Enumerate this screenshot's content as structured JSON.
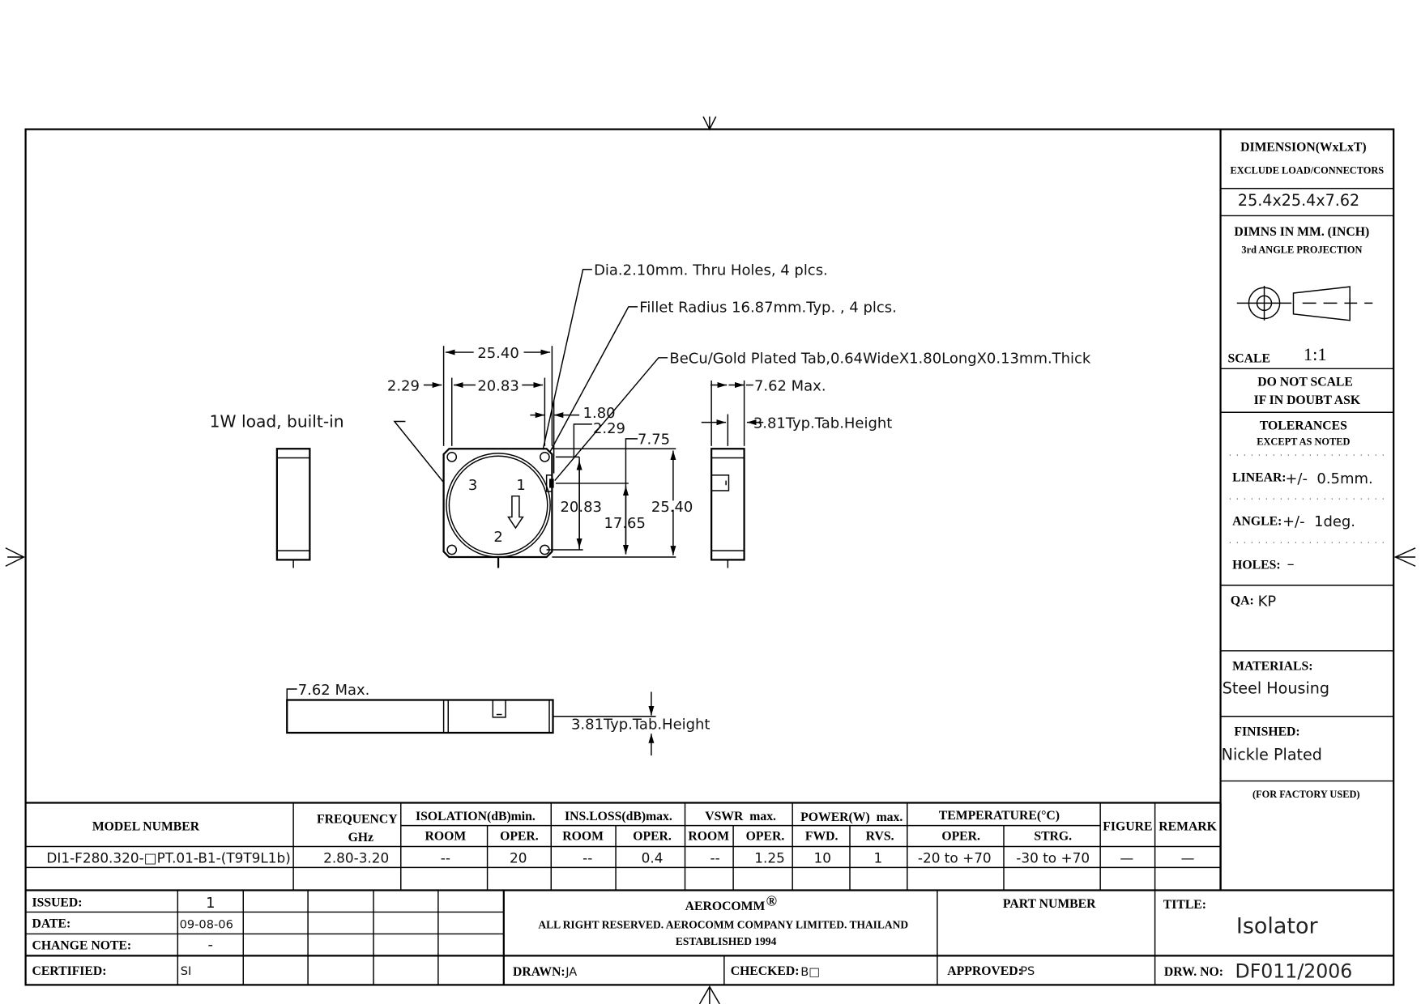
{
  "annotations": {
    "holes": "Dia.2.10mm. Thru Holes, 4 plcs.",
    "fillet": "Fillet Radius 16.87mm.Typ. , 4 plcs.",
    "tab": "BeCu/Gold Plated Tab,0.64WideX1.80LongX0.13mm.Thick",
    "load": "1W load, built-in",
    "max_thickness": "7.62 Max.",
    "tab_height": "3.81Typ.Tab.Height",
    "bottom_max_thickness": "7.62 Max.",
    "bottom_tab_height": "3.81Typ.Tab.Height"
  },
  "dimensions": {
    "width_overall": "25.40",
    "hole_spacing_h": "20.83",
    "edge_offset_left": "2.29",
    "tab_offset": "1.80",
    "edge_offset_top": "2.29",
    "tab_pos": "7.75",
    "hole_spacing_v": "20.83",
    "tab_to_bottom": "17.65",
    "height_overall": "25.40"
  },
  "port_labels": [
    "1",
    "2",
    "3"
  ],
  "right_panel": {
    "dimension_title": "DIMENSION(WxLxT)",
    "dimension_sub": "EXCLUDE LOAD/CONNECTORS",
    "dimension_value": "25.4x25.4x7.62",
    "units_title": "DIMNS IN MM. (INCH)",
    "projection": "3rd ANGLE PROJECTION",
    "scale_label": "SCALE",
    "scale_value": "1:1",
    "no_scale_1": "DO NOT SCALE",
    "no_scale_2": "IF IN DOUBT ASK",
    "tolerances_title": "TOLERANCES",
    "tolerances_sub": "EXCEPT AS NOTED",
    "linear_label": "LINEAR:",
    "linear_value": "+/-  0.5mm.",
    "angle_label": "ANGLE:",
    "angle_value": "+/-  1deg.",
    "holes_label": "HOLES:",
    "holes_value": "–",
    "qa_label": "QA:",
    "qa_value": "KP",
    "materials_label": "MATERIALS:",
    "materials_value": "Steel Housing",
    "finished_label": "FINISHED:",
    "finished_value": "Nickle Plated",
    "factory": "(FOR FACTORY USED)"
  },
  "spec_table": {
    "headers": {
      "model": "MODEL NUMBER",
      "freq1": "FREQUENCY",
      "freq2": "GHz",
      "isolation": "ISOLATION(dB)min.",
      "insloss": "INS.LOSS(dB)max.",
      "vswr": "VSWR  max.",
      "power": "POWER(W)  max.",
      "temperature": "TEMPERATURE(°C)",
      "figure": "FIGURE",
      "remark": "REMARK"
    },
    "subheaders": [
      "ROOM",
      "OPER.",
      "ROOM",
      "OPER.",
      "ROOM",
      "OPER.",
      "FWD.",
      "RVS.",
      "OPER.",
      "STRG."
    ],
    "row": [
      "DI1-F280.320-□PT.01-B1-(T9T9L1b)",
      "2.80-3.20",
      "--",
      "20",
      "--",
      "0.4",
      "--",
      "1.25",
      "10",
      "1",
      "-20 to +70",
      "-30 to +70",
      "—",
      "—"
    ]
  },
  "title_block": {
    "issued_label": "ISSUED:",
    "issued_value": "1",
    "date_label": "DATE:",
    "date_value": "09-08-06",
    "change_label": "CHANGE NOTE:",
    "change_value": "-",
    "certified_label": "CERTIFIED:",
    "certified_value": "SI",
    "company": "AEROCOMM",
    "registered": "®",
    "rights": "ALL RIGHT RESERVED. AEROCOMM COMPANY LIMITED. THAILAND",
    "established": "ESTABLISHED 1994",
    "part_number_label": "PART NUMBER",
    "title_label": "TITLE:",
    "title_value": "Isolator",
    "drawn_label": "DRAWN:",
    "drawn_value": "JA",
    "checked_label": "CHECKED:",
    "checked_value": "B□",
    "approved_label": "APPROVED:",
    "approved_value": "PS",
    "drw_label": "DRW. NO:",
    "drw_value": "DF011/2006"
  }
}
